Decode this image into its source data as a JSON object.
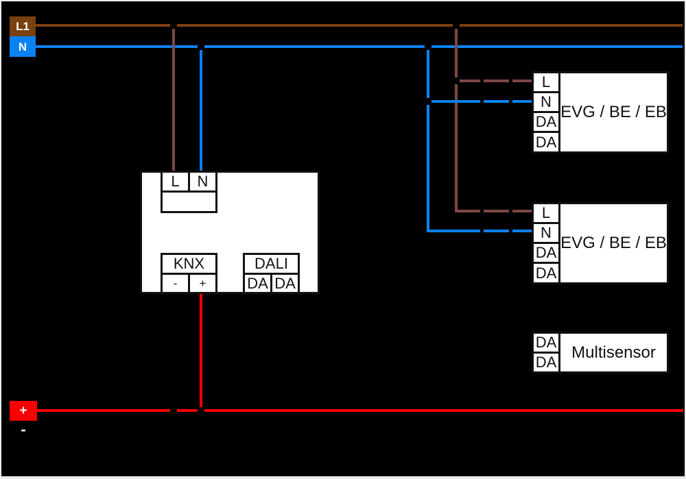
{
  "frame": {
    "background": "#000000",
    "border_color": "#ececec"
  },
  "colors": {
    "phase_bus_brown": "#7a4010",
    "phase_wire_brown": "#7b4846",
    "neutral_blue": "#0b82f2",
    "knx_red": "#fa0000",
    "box_fill": "#ffffff",
    "box_border": "#111111",
    "text": "#111111"
  },
  "power_bus": {
    "l1_label": "L1",
    "n_label": "N"
  },
  "knx_bus": {
    "plus_label": "+",
    "minus_label": "-"
  },
  "gateway": {
    "terminal_l": "L",
    "terminal_n": "N",
    "knx_label": "KNX",
    "knx_minus": "-",
    "knx_plus": "+",
    "dali_label": "DALI",
    "dali_da1": "DA",
    "dali_da2": "DA"
  },
  "devices": [
    {
      "name": "EVG / BE / EB",
      "terminals": [
        "L",
        "N",
        "DA",
        "DA"
      ]
    },
    {
      "name": "EVG / BE / EB",
      "terminals": [
        "L",
        "N",
        "DA",
        "DA"
      ]
    },
    {
      "name": "Multisensor",
      "terminals": [
        "DA",
        "DA"
      ]
    }
  ]
}
